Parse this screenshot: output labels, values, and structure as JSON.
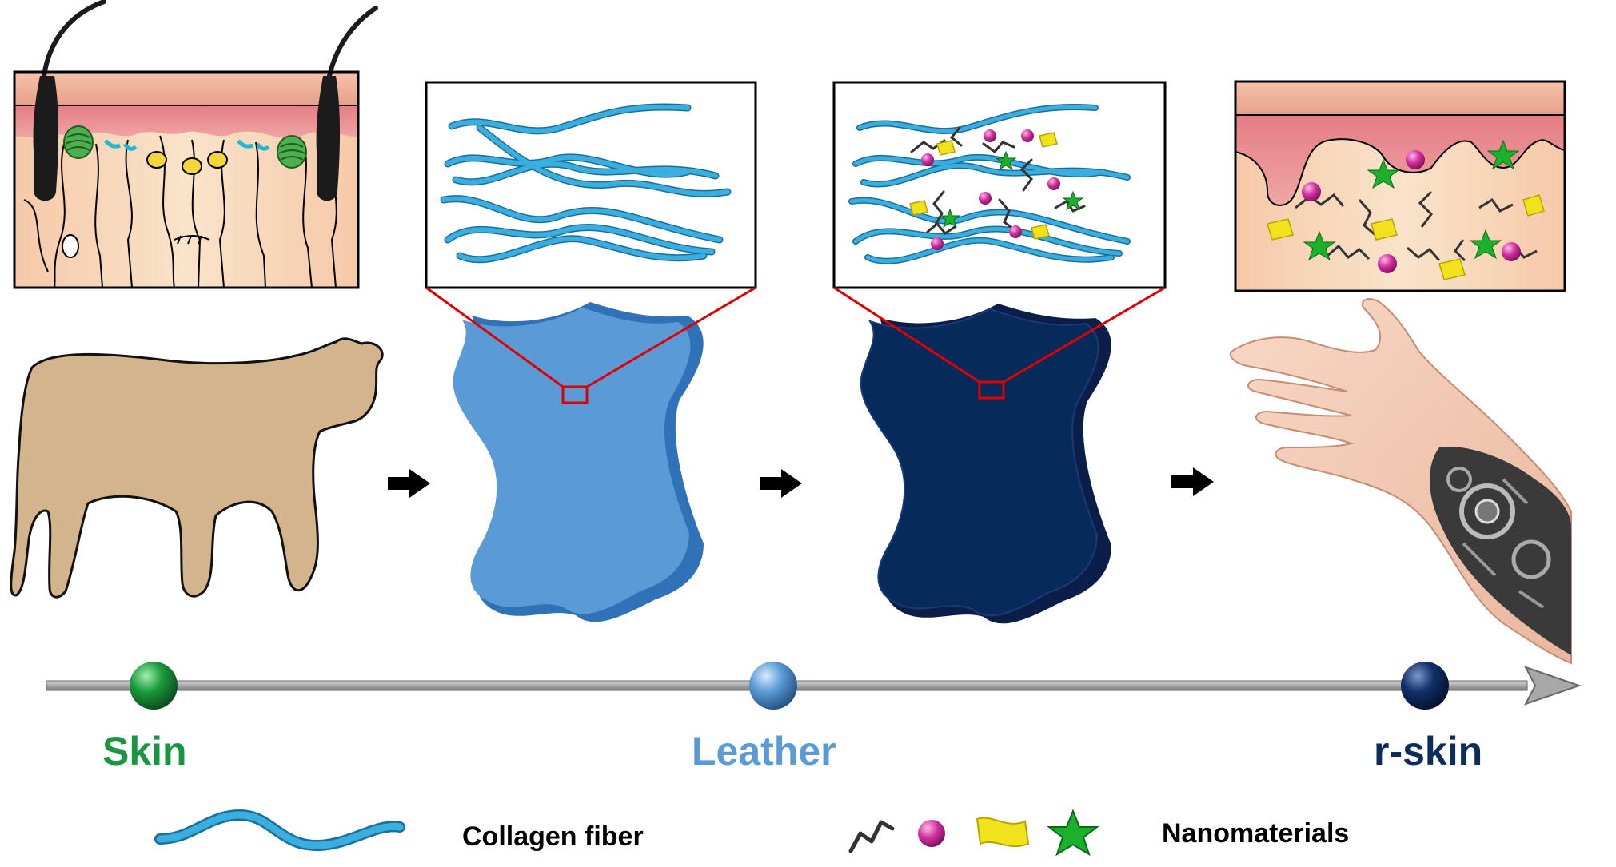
{
  "stages": [
    {
      "label": "Skin",
      "color": "#1a9641"
    },
    {
      "label": "Leather",
      "color": "#5b9bd5"
    },
    {
      "label": "r-skin",
      "color": "#0d2c5e"
    }
  ],
  "legend": {
    "collagen_label": "Collagen fiber",
    "nano_label": "Nanomaterials"
  },
  "colors": {
    "skin_epidermis": "#f2b99e",
    "skin_dermis": "#e6868a",
    "skin_tissue": "#f7d9bd",
    "cow": "#d4b48c",
    "leather": "#5b9bd5",
    "leather_shadow": "#2f72b8",
    "rskin": "#062a5a",
    "rskin_shadow": "#0b1d48",
    "fiber": "#39aee0",
    "nano_sphere": "#cc2e9a",
    "nano_star": "#1bb12b",
    "nano_sheet": "#f2e21c",
    "zoom_box": "#e00000",
    "arrow": "#000000",
    "timeline": "#9a9a9a"
  },
  "icons": [
    "cow-illustration",
    "hand-with-tattoo",
    "right-arrow-icon"
  ]
}
